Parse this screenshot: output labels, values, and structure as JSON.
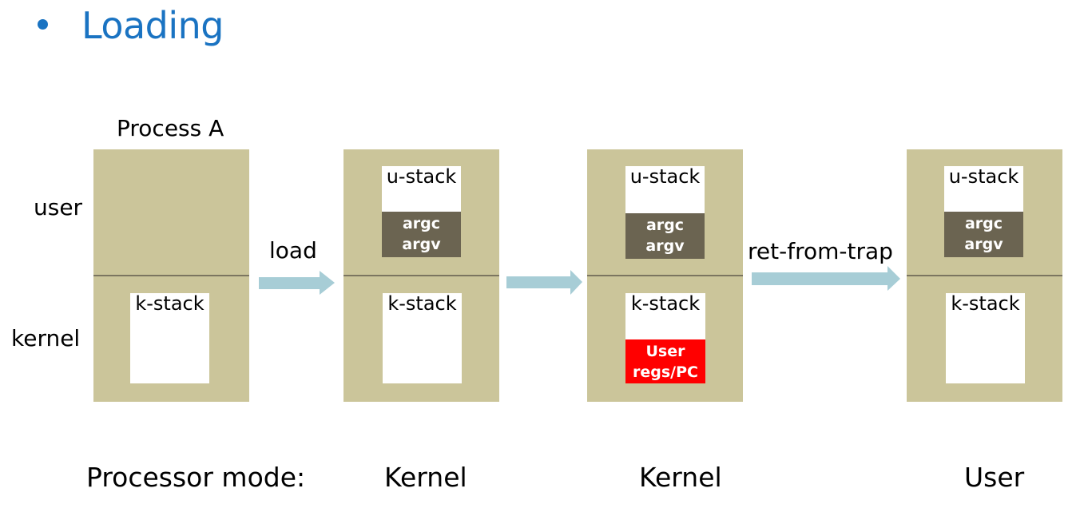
{
  "slide": {
    "bullet_title": "Loading",
    "accent_color": "#1a73c2"
  },
  "row_labels": {
    "user": "user",
    "kernel": "kernel"
  },
  "panels": [
    {
      "title": "Process A",
      "user_region": [],
      "kernel_region": [
        {
          "label": "k-stack",
          "kind": "stack"
        }
      ]
    },
    {
      "title": "",
      "user_region": [
        {
          "label": "u-stack",
          "kind": "stack"
        },
        {
          "label_lines": [
            "argc",
            "argv"
          ],
          "kind": "args"
        }
      ],
      "kernel_region": [
        {
          "label": "k-stack",
          "kind": "stack"
        }
      ]
    },
    {
      "title": "",
      "user_region": [
        {
          "label": "u-stack",
          "kind": "stack"
        },
        {
          "label_lines": [
            "argc",
            "argv"
          ],
          "kind": "args"
        }
      ],
      "kernel_region": [
        {
          "label": "k-stack",
          "kind": "stack"
        },
        {
          "label_lines": [
            "User",
            "regs/PC"
          ],
          "kind": "regs"
        }
      ]
    },
    {
      "title": "",
      "user_region": [
        {
          "label": "u-stack",
          "kind": "stack"
        },
        {
          "label_lines": [
            "argc",
            "argv"
          ],
          "kind": "args"
        }
      ],
      "kernel_region": [
        {
          "label": "k-stack",
          "kind": "stack"
        }
      ]
    }
  ],
  "arrows": [
    {
      "label": "load"
    },
    {
      "label": ""
    },
    {
      "label": "ret-from-trap"
    }
  ],
  "processor_mode": {
    "label": "Processor mode:",
    "values": [
      "Kernel",
      "Kernel",
      "User"
    ]
  },
  "colors": {
    "panel": "#cbc59a",
    "divider": "#7b7560",
    "args_box": "#6b6451",
    "regs_box": "#ff0000",
    "arrow": "#a7cdd6"
  }
}
